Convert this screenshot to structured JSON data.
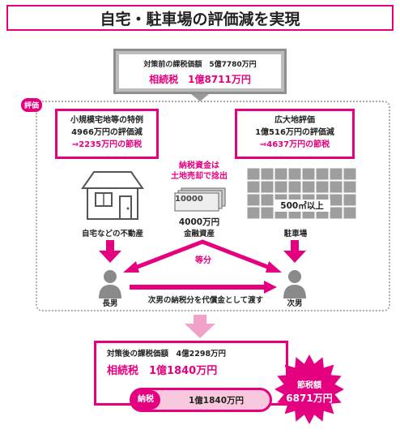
{
  "title": "自宅・駐車場の評価減を実現",
  "before": {
    "line1": "対策前の課税価額　5億7780万円",
    "line2": "相続税　1億8711万円"
  },
  "tag_hyouka": "評価",
  "left_box": {
    "title": "小規模宅地等の特例",
    "line2": "4966万円の評価減",
    "line3": "⇒2235万円の節税"
  },
  "right_box": {
    "title": "広大地評価",
    "line2": "1億516万円の評価減",
    "line3": "⇒4637万円の節税"
  },
  "center_note": {
    "line1": "納税資金は",
    "line2": "土地売却で捻出"
  },
  "banknote": "10000",
  "house_label": "自宅などの不動産",
  "money_amount": "4000万円",
  "money_label": "金融資産",
  "land_area": "500㎡以上",
  "parking_label": "駐車場",
  "equal_split": "等分",
  "eldest": "長男",
  "second": "次男",
  "arrow_text": "次男の納税分を代償金として渡す",
  "after": {
    "line1": "対策後の課税価額　4億2298万円",
    "line2": "相続税　1億1840万円"
  },
  "tax_tag": "納税",
  "tax_amount": "1億1840万円",
  "saving": {
    "label": "節税額",
    "amount": "6871万円"
  },
  "colors": {
    "accent": "#e4007f",
    "gray": "#8f8f8f",
    "light_pink": "#f8c9dd"
  }
}
